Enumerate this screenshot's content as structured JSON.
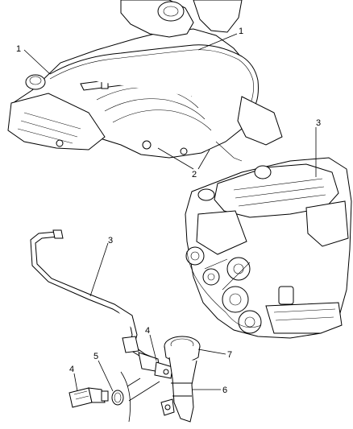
{
  "callouts": {
    "c1a": "1",
    "c1b": "1",
    "c2": "2",
    "c3a": "3",
    "c3b": "3",
    "c4a": "4",
    "c4b": "4",
    "c5": "5",
    "c6": "6",
    "c7": "7"
  },
  "colors": {
    "line": "#000000",
    "background": "#ffffff"
  }
}
